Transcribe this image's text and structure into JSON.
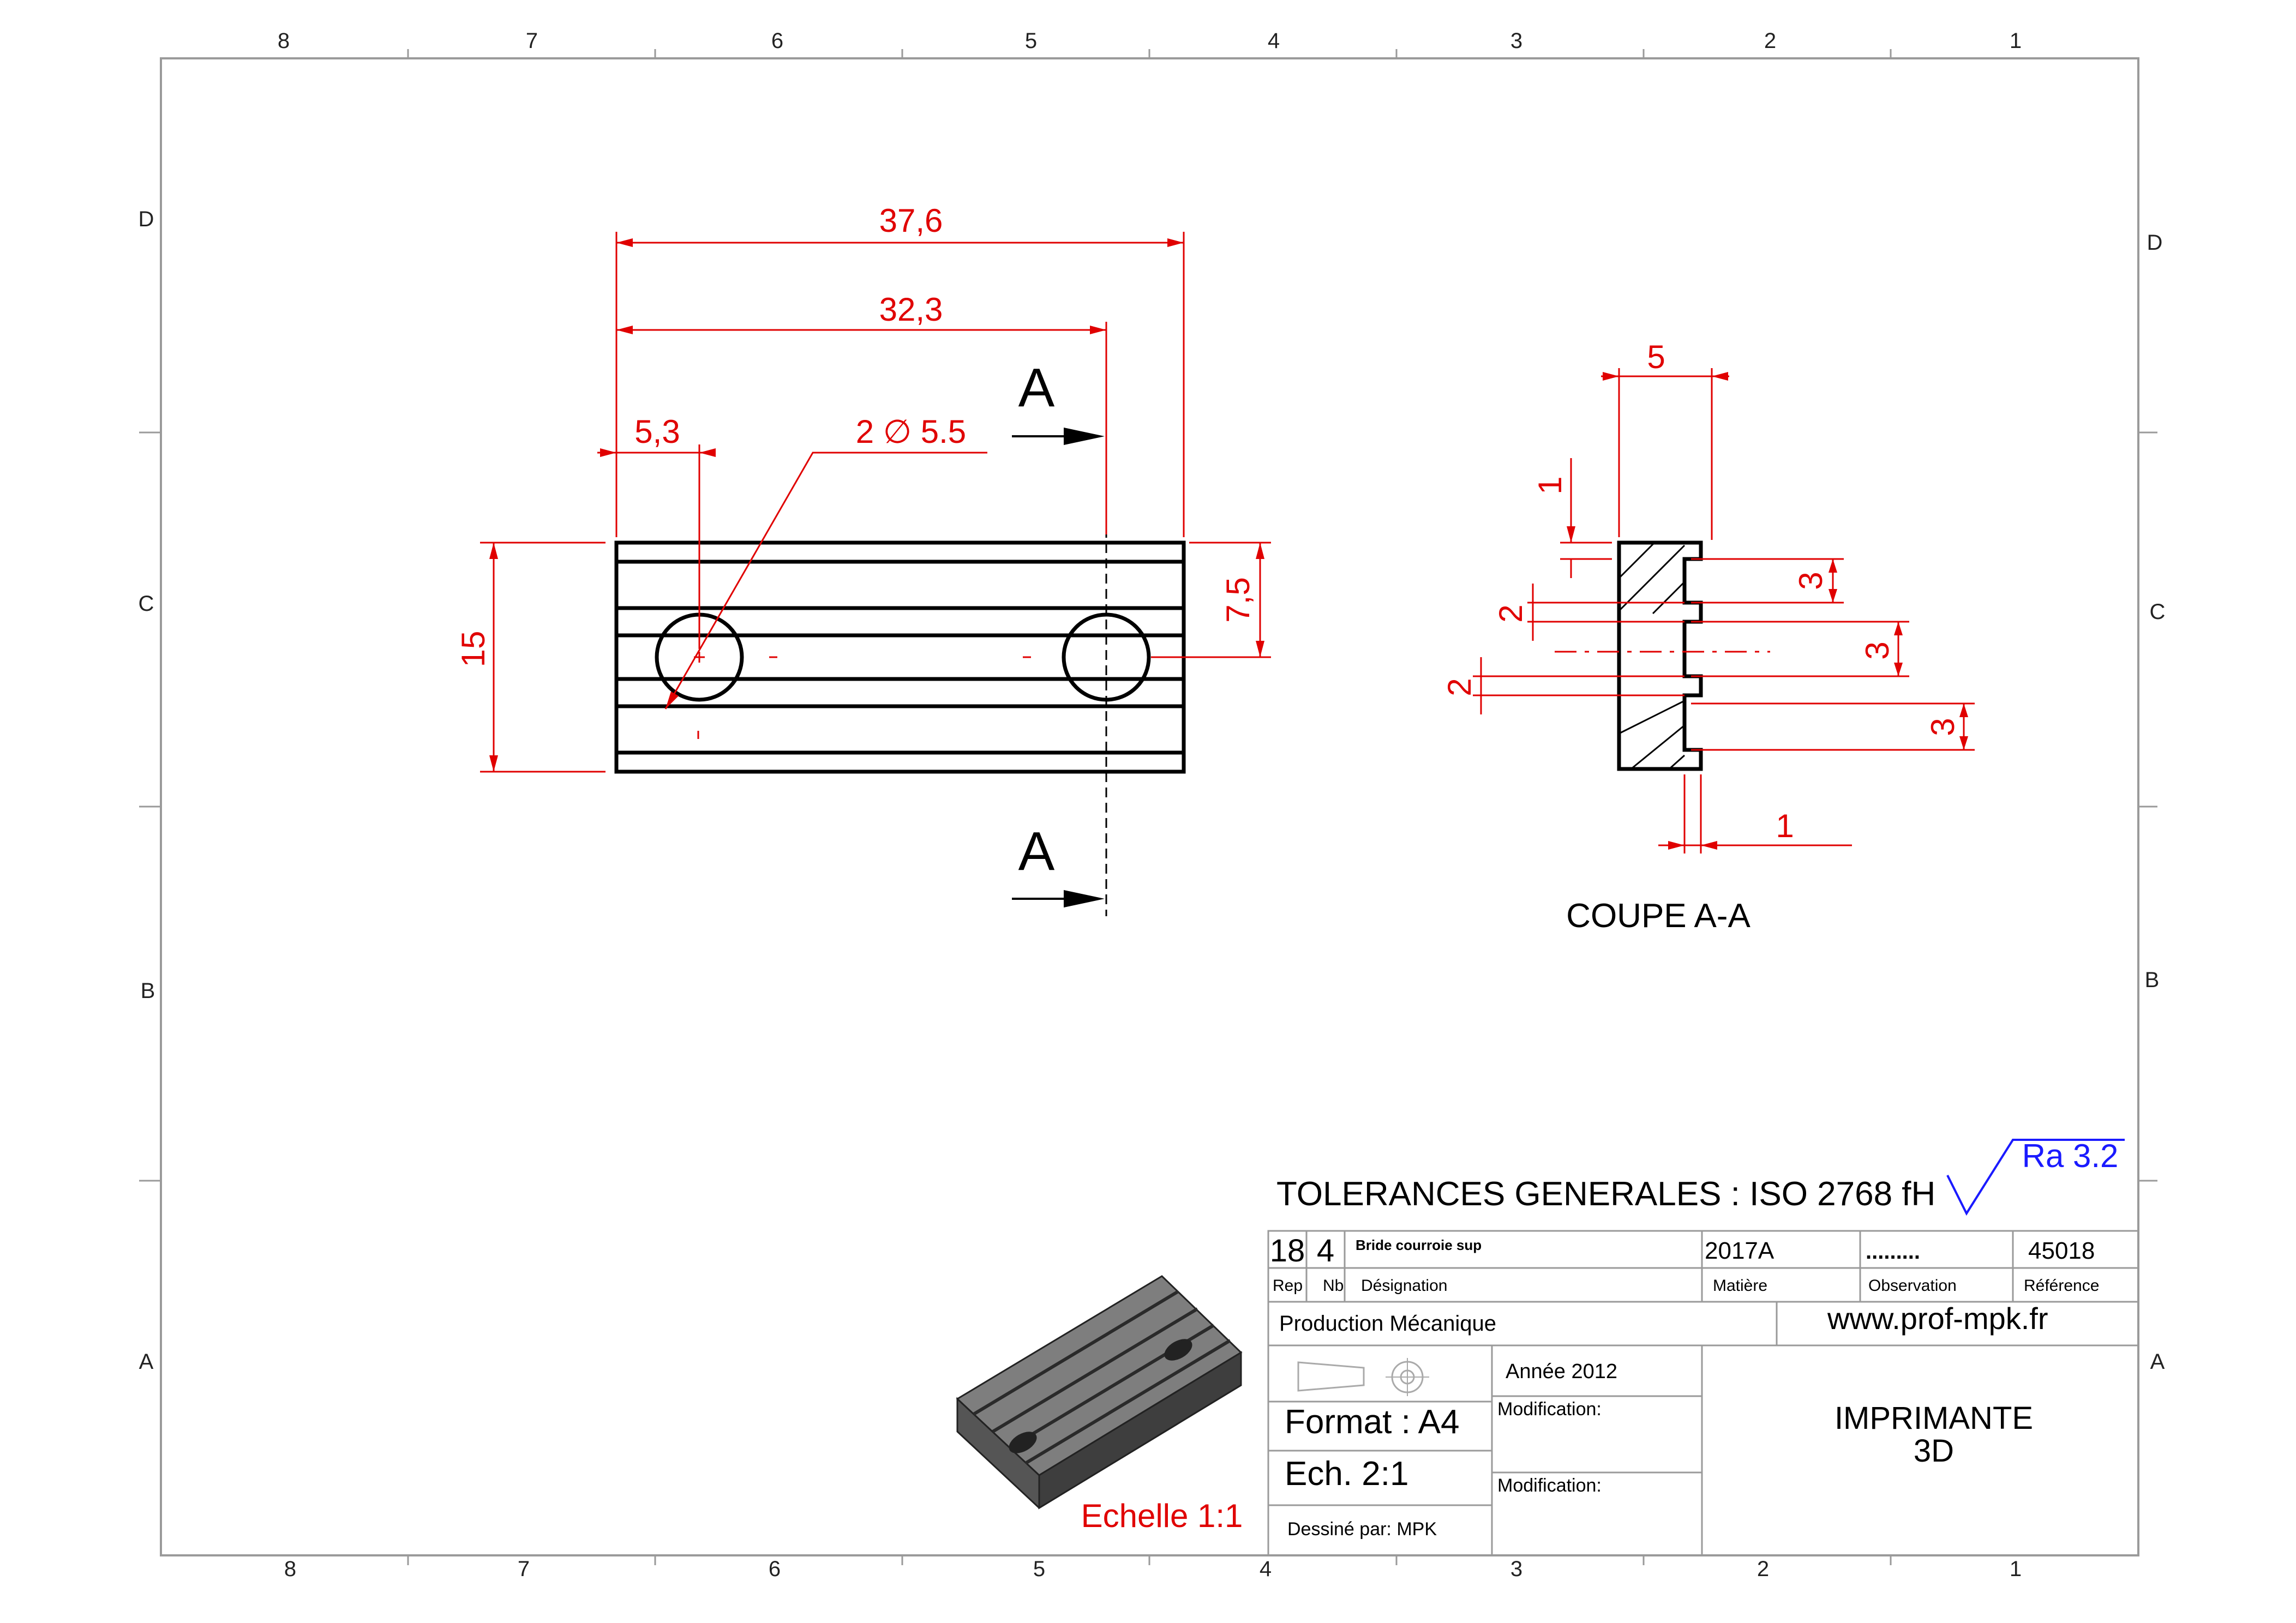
{
  "zones": {
    "columns": [
      "8",
      "7",
      "6",
      "5",
      "4",
      "3",
      "2",
      "1"
    ],
    "rows": [
      "D",
      "C",
      "B",
      "A"
    ]
  },
  "front_view": {
    "dims": {
      "overall_length": "37,6",
      "hole_spacing": "32,3",
      "hole_offset": "5,3",
      "holes": "2 ∅ 5.5",
      "height": "15",
      "half_height": "7,5"
    },
    "section_label": "A"
  },
  "section_view": {
    "dims": {
      "width": "5",
      "top_step": "1",
      "groove_a": "2",
      "groove_b": "2",
      "pitch_1": "3",
      "pitch_2": "3",
      "pitch_3": "3",
      "bottom_step": "1"
    },
    "title": "COUPE A-A"
  },
  "iso_view": {
    "scale_label": "Echelle 1:1"
  },
  "title_block": {
    "tolerances": "TOLERANCES GENERALES : ISO 2768 fH",
    "roughness": "Ra 3.2",
    "rep": "18",
    "nb": "4",
    "designation": "Bride courroie sup",
    "matiere": "2017A",
    "observation": ".........",
    "reference": "45018",
    "labels": {
      "rep": "Rep",
      "nb": "Nb",
      "designation": "Désignation",
      "matiere": "Matière",
      "observation": "Observation",
      "reference": "Référence"
    },
    "production": "Production Mécanique",
    "website": "www.prof-mpk.fr",
    "annee": "Année 2012",
    "format": "Format : A4",
    "echelle": "Ech. 2:1",
    "dessine": "Dessiné par: MPK",
    "modification_1": "Modification:",
    "modification_2": "Modification:",
    "project_line1": "IMPRIMANTE",
    "project_line2": "3D"
  },
  "colors": {
    "dimension": "#e00000",
    "roughness": "#1a1aff",
    "frame": "#9a9a9a"
  }
}
